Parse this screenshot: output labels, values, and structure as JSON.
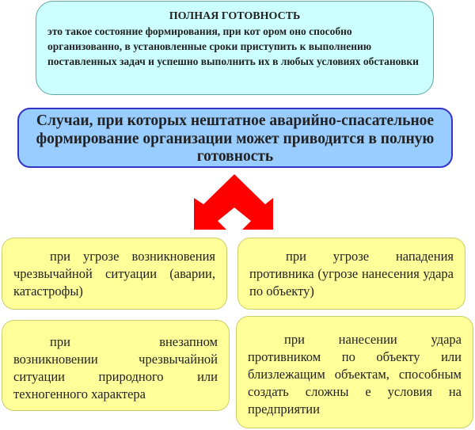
{
  "definition": {
    "title": "ПОЛНАЯ ГОТОВНОСТЬ",
    "text": "это такое состояние формирования, при кот   ором оно способно организованно, в  установленные сроки приступить к выполнению поставленных задач и успешно выполнить их в любых условиях обстановки"
  },
  "cases_header": "Случаи, при которых нештатное аварийно-спасательное формирование организации может приводится в полную готовность",
  "cases": [
    "при угрозе возникновения чрезвычайной ситуации (аварии, катастрофы)",
    "при угрозе   нападения противника (угрозе нанесения удара по объекту)",
    "при внезапном возникновении чрезвычайной ситуации природного или техногенного характера",
    "при нанесении удара противником по объекту или близлежащим объектам, способным создать сложны   е условия на предприятии"
  ],
  "colors": {
    "arrow": "#ff0000",
    "definition_fill": "#ccffff",
    "header_fill": "#99ccff",
    "case_fill": "#ffff99"
  }
}
